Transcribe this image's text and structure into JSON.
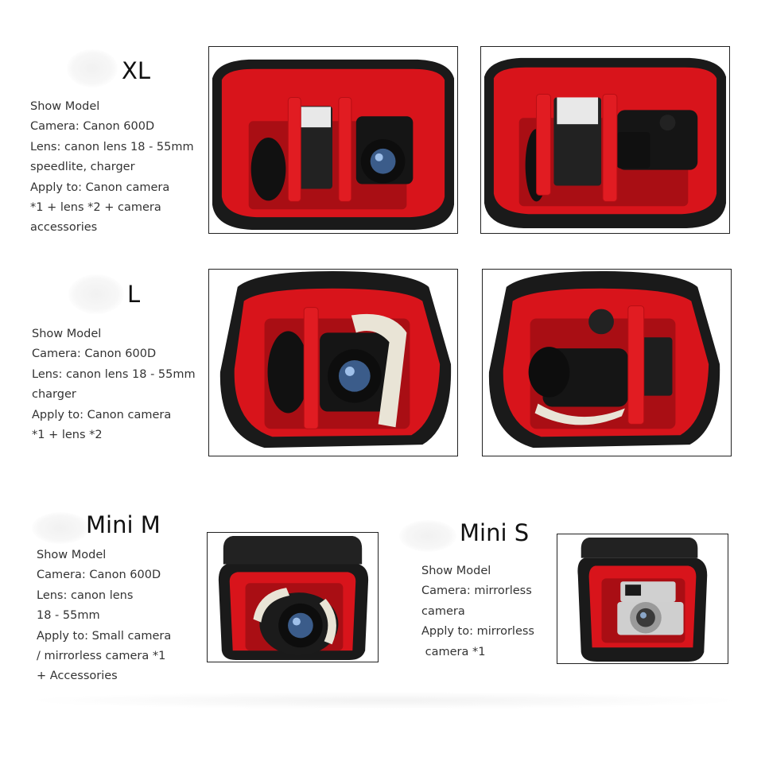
{
  "sections": {
    "xl": {
      "title": "XL",
      "lines": [
        "Show Model",
        "Camera: Canon 600D",
        "Lens: canon lens 18 - 55mm",
        "speedlite, charger",
        "Apply to: Canon camera",
        "*1 + lens *2 + camera",
        "accessories"
      ]
    },
    "l": {
      "title": "L",
      "lines": [
        "Show Model",
        "Camera: Canon 600D",
        "Lens: canon lens 18 - 55mm",
        "charger",
        "Apply to: Canon camera",
        "*1 + lens *2"
      ]
    },
    "mini_m": {
      "title": "Mini M",
      "lines": [
        "Show Model",
        "Camera: Canon 600D",
        "Lens: canon lens",
        "18 - 55mm",
        "Apply to: Small camera",
        "/ mirrorless camera *1",
        "+ Accessories"
      ]
    },
    "mini_s": {
      "title": "Mini S",
      "lines": [
        "Show Model",
        "Camera: mirrorless",
        "camera",
        "Apply to: mirrorless",
        " camera *1"
      ]
    }
  },
  "colors": {
    "bag_red": "#d8141b",
    "bag_black": "#1a1a1a",
    "lens_glass": "#3b5c8a"
  }
}
